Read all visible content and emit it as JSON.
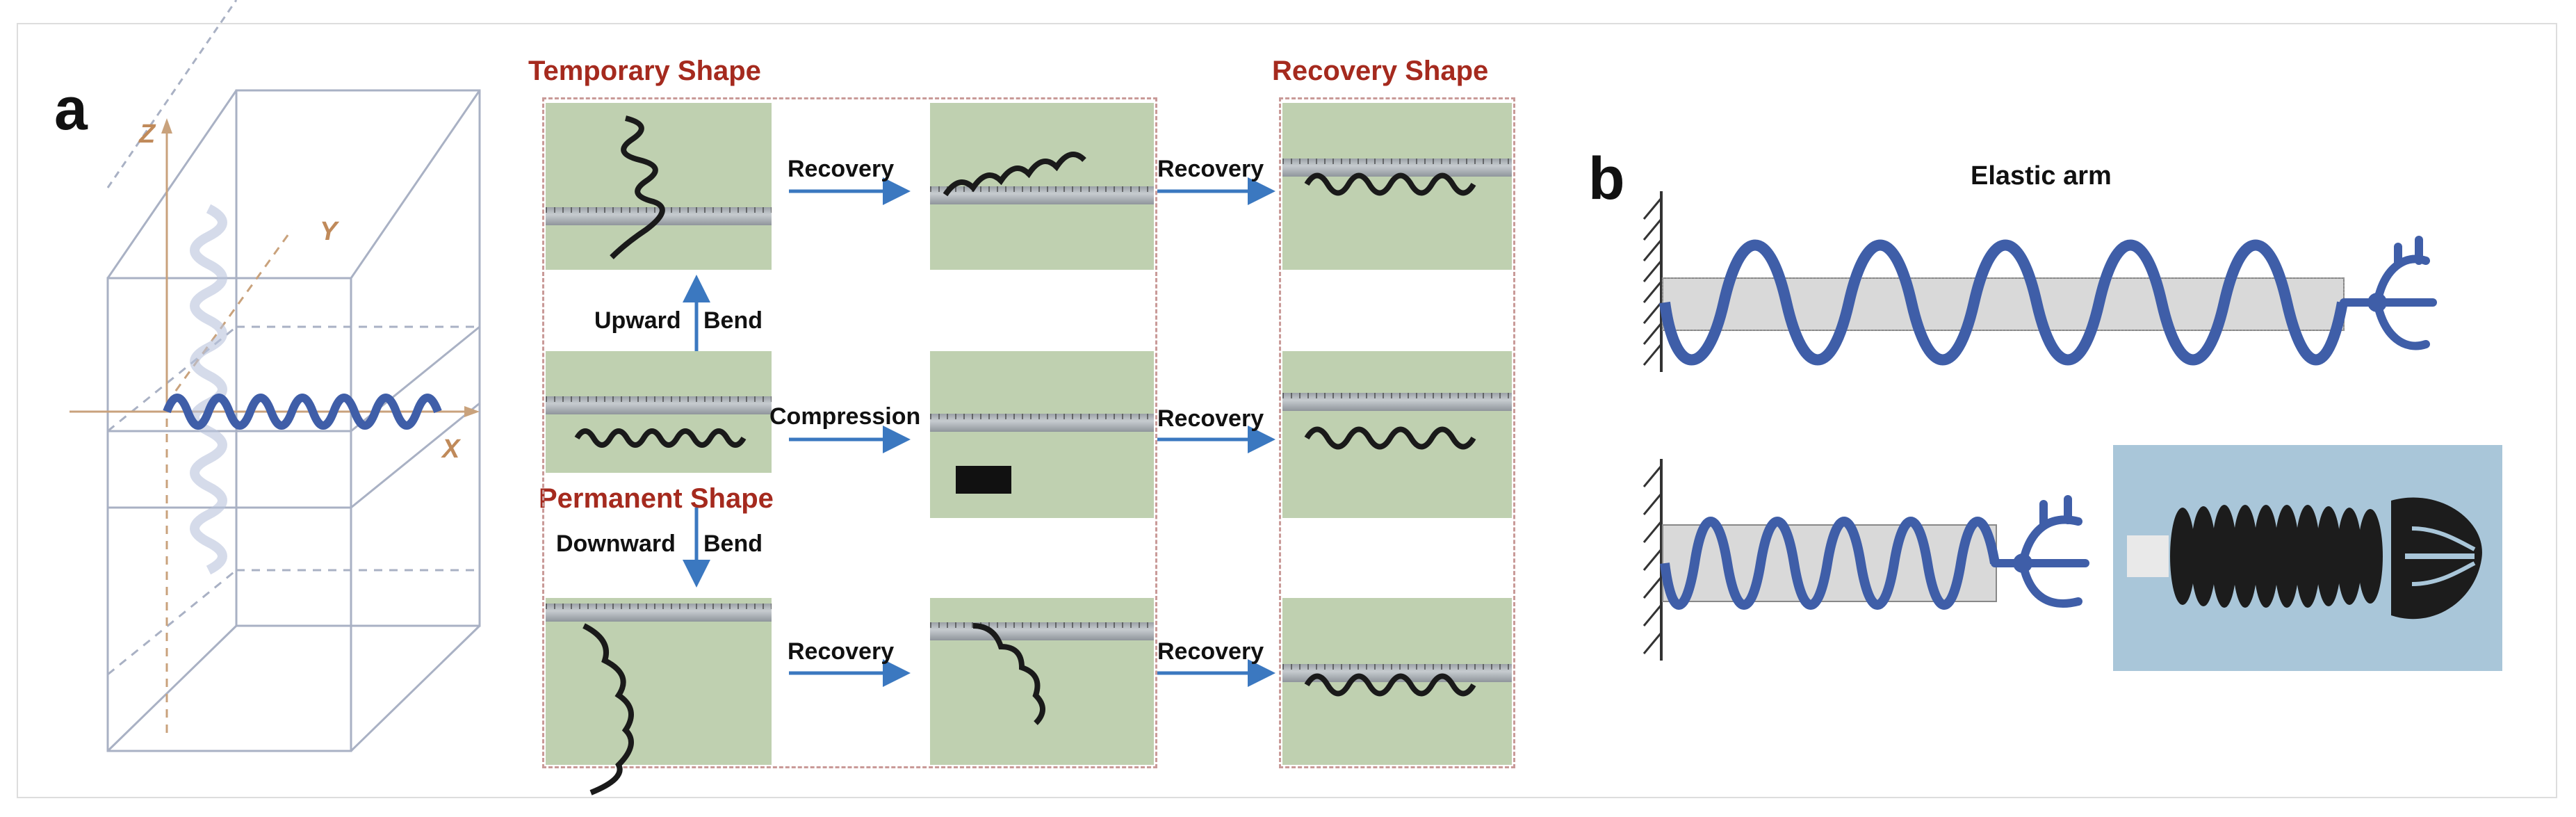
{
  "panels": {
    "a": {
      "letter": "a",
      "axes": {
        "x": "X",
        "y": "Y",
        "z": "Z"
      },
      "titles": {
        "temporary": "Temporary Shape",
        "recovery": "Recovery Shape",
        "permanent": "Permanent Shape"
      },
      "labels": {
        "upward": "Upward",
        "bend_up": "Bend",
        "downward": "Downward",
        "bend_down": "Bend",
        "row1_mid": "Recovery",
        "row1_right": "Recovery",
        "row2_mid": "Compression",
        "row2_right": "Recovery",
        "row3_mid": "Recovery",
        "row3_right": "Recovery"
      }
    },
    "b": {
      "letter": "b",
      "title": "Elastic arm"
    }
  },
  "colors": {
    "spring_blue": "#3f5ea8",
    "arrow_blue": "#3b78c0",
    "title_red": "#a52a1e",
    "axis_tan": "#c08a5a",
    "photo_green": "#bfd0b0"
  }
}
